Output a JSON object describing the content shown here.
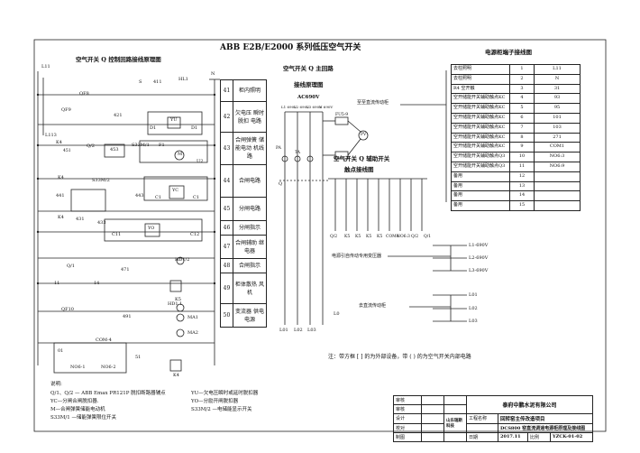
{
  "main_title": "ABB  E2B/E2000  系列低压空气开关",
  "control_title": "空气开关 Q 控制回路接线原理图",
  "main_circuit_title_1": "空气开关 Q 主回路",
  "main_circuit_title_2": "接线原理图",
  "aux_title_1": "空气开关 Q 辅助开关",
  "aux_title_2": "触点接线图",
  "terminal_title": "电源柜端子接线图",
  "labels": {
    "L11": "L11",
    "N": "N",
    "L113": "L113",
    "QF8": "QF8",
    "QF9": "QF9",
    "S": "S",
    "n411": "411",
    "HL1": "HL1",
    "n421": "421",
    "D1a": "D1",
    "D1b": "D1",
    "YU": "YU",
    "K4a": "K4",
    "n451": "451",
    "Q2": "Q/2",
    "n453": "453",
    "S33M1": "S33M/1",
    "F1": "F1",
    "M": "M",
    "U2": "U2",
    "K4b": "K4",
    "S33M2": "S33M/2",
    "n441": "441",
    "n443": "443",
    "YC": "YC",
    "C1a": "C1",
    "C1b": "C1",
    "K4c": "K4",
    "n431": "431",
    "n433": "433",
    "YO": "YO",
    "C11": "C11",
    "C12": "C12",
    "HD12": "HD1/2",
    "Q1": "Q/1",
    "n471": "471",
    "n11": "11",
    "n14": "14",
    "K5": "K5",
    "QF10": "QF10",
    "n491": "491",
    "HD11": "HD1.1",
    "MA1": "MA1",
    "MA2": "MA2",
    "COM4": "COM-4",
    "n01": "01",
    "NO63": "NO6-1",
    "NO62": "NO6-2",
    "n51": "51",
    "K4d": "K4",
    "AC690V": "AC690V",
    "L1v": "L1 690V",
    "L2v": "L2 690V",
    "L3v": "L3 690V",
    "Nv": "N 690V",
    "FU5": "FU5-9",
    "PV": "PV",
    "PA": "PA",
    "TA": "TA",
    "Q": "Q",
    "L01": "L01",
    "L02": "L02",
    "L03": "L03",
    "L0": "L0",
    "to_relay": "至至直流传动柜",
    "aux_bottom": [
      "Q/2",
      "K5",
      "K5",
      "K5",
      "K5",
      "COM4",
      "NO6:3",
      "Q/2",
      "Q/1"
    ],
    "L1_690": "L1-690V",
    "L2_690": "L2-690V",
    "L3_690": "L3-690V",
    "power_src": "电源引自传动专用变压器",
    "dc_src": "去直流传动柜",
    "L01r": "L01",
    "L02r": "L02",
    "L03r": "L03"
  },
  "func_rows": [
    {
      "num": "41",
      "desc": "柜内照明"
    },
    {
      "num": "42",
      "desc": "欠电压 瞬时脱扣 电路"
    },
    {
      "num": "43",
      "desc": "合闸弹簧 储能电动 机线路"
    },
    {
      "num": "44",
      "desc": "合闸电路"
    },
    {
      "num": "45",
      "desc": "分闸电路"
    },
    {
      "num": "46",
      "desc": "分闸指示"
    },
    {
      "num": "47",
      "desc": "合闸辅助 继电器"
    },
    {
      "num": "48",
      "desc": "合闸指示"
    },
    {
      "num": "49",
      "desc": "柜体散热 风机"
    },
    {
      "num": "50",
      "desc": "变流器 供电电源"
    }
  ],
  "terminal_rows": [
    {
      "desc": "去柱照明",
      "num": "1",
      "val": "L11"
    },
    {
      "desc": "去柱照明",
      "num": "2",
      "val": "N"
    },
    {
      "desc": "R4 空开触",
      "num": "3",
      "val": "31"
    },
    {
      "desc": "空开储能开关辅助触点KC",
      "num": "4",
      "val": "93"
    },
    {
      "desc": "空开储能开关辅助触点KC",
      "num": "5",
      "val": "95"
    },
    {
      "desc": "空开储能开关辅助触点KC",
      "num": "6",
      "val": "101"
    },
    {
      "desc": "空开储能开关辅助触点KC",
      "num": "7",
      "val": "103"
    },
    {
      "desc": "空开储能开关辅助触点KC",
      "num": "8",
      "val": "271"
    },
    {
      "desc": "空开储能开关辅助触点KC",
      "num": "9",
      "val": "COM1"
    },
    {
      "desc": "空开储能开关辅助触点Q3",
      "num": "10",
      "val": "NO6:3"
    },
    {
      "desc": "空开储能开关辅助触点Q3",
      "num": "11",
      "val": "NO6:9"
    },
    {
      "desc": "备用",
      "num": "12",
      "val": ""
    },
    {
      "desc": "备用",
      "num": "13",
      "val": ""
    },
    {
      "desc": "备用",
      "num": "14",
      "val": ""
    },
    {
      "desc": "备用",
      "num": "15",
      "val": ""
    }
  ],
  "note": "注：带方框 [ ] 的为外部设备，带 (  ) 的为空气开关内部电路",
  "legend_title": "说明:",
  "legend_left": [
    "Q/1、Q/2 — ABB Emax PR121P 脱扣断路器辅点",
    "YC—分闸合闸脱扣器.",
    "M—合闸弹簧储能电动机",
    "S33M/1 —储能弹簧限位开关"
  ],
  "legend_right": [
    "YU—欠电压瞬时或延时脱扣器",
    "YO—分励开闸脱扣器",
    "S33M/2 —电储能显示开关"
  ],
  "title_block": {
    "company": "泰府中鹏水泥有限公司",
    "project_label": "工程名称",
    "project": "回转窑主传改造项目",
    "designer_org": "山东瑞斯科技",
    "drawing_no_label": "DCS800 窑直流调速电源柜原理及接线图",
    "drawing_no": "YZCK-01-02",
    "date_label": "日期",
    "date": "2017.11",
    "sheet_label": "比例",
    "rows_left": [
      "审核",
      "审核",
      "设计",
      "校对",
      "制图"
    ]
  }
}
